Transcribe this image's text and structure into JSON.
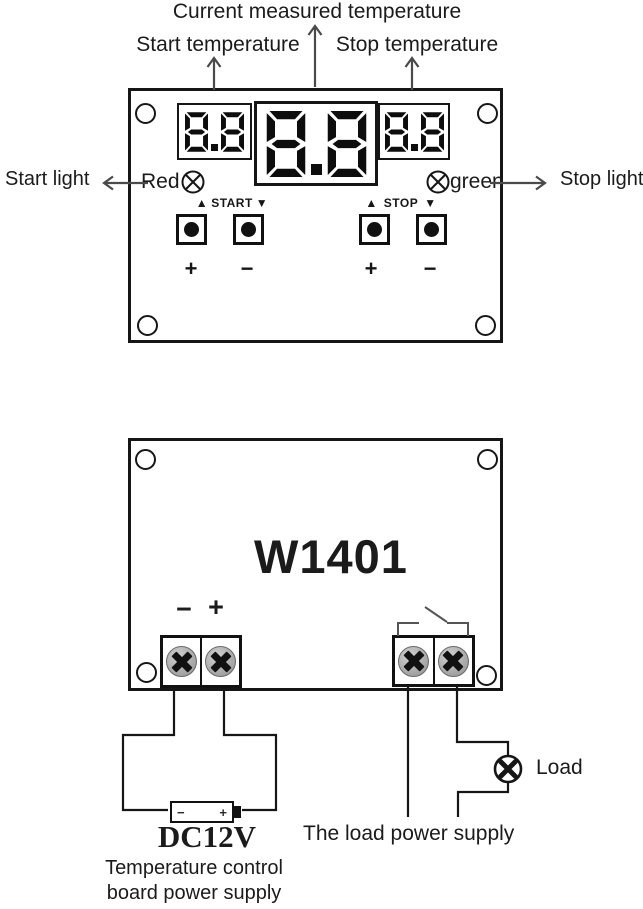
{
  "colors": {
    "line": "#161616",
    "arrow": "#4a4a4a",
    "switch": "#555555",
    "screw_metal": "#a8a8a8"
  },
  "top_diagram": {
    "annotations": {
      "current_measured_temperature": "Current measured temperature",
      "start_temperature": "Start temperature",
      "stop_temperature": "Stop temperature",
      "start_light": "Start light",
      "stop_light": "Stop light"
    },
    "indicators": {
      "red_label": "Red",
      "green_label": "green"
    },
    "displays": {
      "start_value": "8.8",
      "current_value": "8.8",
      "stop_value": "8.8"
    },
    "controls": {
      "start": {
        "up": "▲",
        "label": "START",
        "down": "▼",
        "plus": "+",
        "minus": "−"
      },
      "stop": {
        "up": "▲",
        "label": "STOP",
        "down": "▼",
        "plus": "+",
        "minus": "−"
      }
    }
  },
  "bottom_diagram": {
    "model": "W1401",
    "power_terminal": {
      "minus": "−",
      "plus": "+"
    },
    "battery": {
      "minus": "−",
      "plus": "+",
      "label": "DC12V"
    },
    "captions": {
      "board_supply_line1": "Temperature control",
      "board_supply_line2": "board power supply",
      "load_supply": "The load power supply",
      "load": "Load"
    }
  }
}
